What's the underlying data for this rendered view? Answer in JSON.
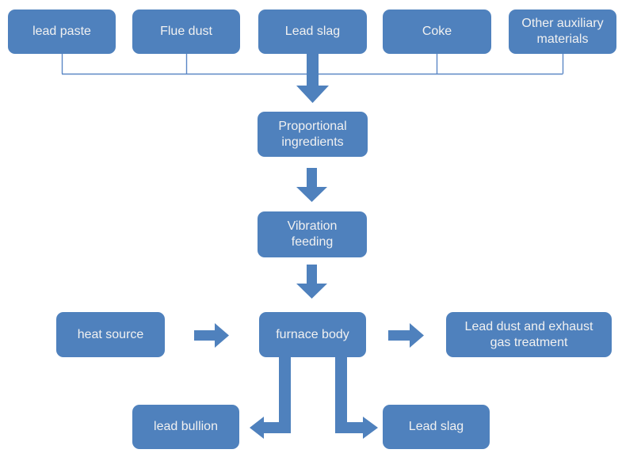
{
  "diagram": {
    "type": "flowchart",
    "colors": {
      "background": "#ffffff",
      "node_fill": "#4f81bd",
      "node_text": "#f1f1f1",
      "arrow_fill": "#4f81bd",
      "connector_stroke": "#5b87c5"
    },
    "nodes": {
      "lead_paste": {
        "label": "lead paste"
      },
      "flue_dust": {
        "label": "Flue dust"
      },
      "lead_slag_top": {
        "label": "Lead slag"
      },
      "coke": {
        "label": "Coke"
      },
      "other_auxiliary": {
        "label": "Other auxiliary materials"
      },
      "proportional": {
        "label": "Proportional ingredients"
      },
      "vibration": {
        "label": "Vibration feeding"
      },
      "heat_source": {
        "label": "heat source"
      },
      "furnace_body": {
        "label": "furnace body"
      },
      "lead_dust_treatment": {
        "label": "Lead dust and exhaust gas treatment"
      },
      "lead_bullion": {
        "label": "lead bullion"
      },
      "lead_slag_bottom": {
        "label": "Lead slag"
      }
    },
    "edges": [
      {
        "from": "lead paste",
        "to": "Proportional ingredients",
        "connector": "line"
      },
      {
        "from": "Flue dust",
        "to": "Proportional ingredients",
        "connector": "line"
      },
      {
        "from": "Lead slag",
        "to": "Proportional ingredients",
        "connector": "block-arrow-down"
      },
      {
        "from": "Coke",
        "to": "Proportional ingredients",
        "connector": "line"
      },
      {
        "from": "Other auxiliary materials",
        "to": "Proportional ingredients",
        "connector": "line"
      },
      {
        "from": "Proportional ingredients",
        "to": "Vibration feeding",
        "connector": "block-arrow-down"
      },
      {
        "from": "Vibration feeding",
        "to": "furnace body",
        "connector": "block-arrow-down"
      },
      {
        "from": "heat source",
        "to": "furnace body",
        "connector": "block-arrow-right"
      },
      {
        "from": "furnace body",
        "to": "Lead dust and exhaust gas treatment",
        "connector": "block-arrow-right"
      },
      {
        "from": "furnace body",
        "to": "lead bullion",
        "connector": "elbow-arrow-down-left"
      },
      {
        "from": "furnace body",
        "to": "Lead slag",
        "connector": "elbow-arrow-down-right"
      }
    ]
  }
}
